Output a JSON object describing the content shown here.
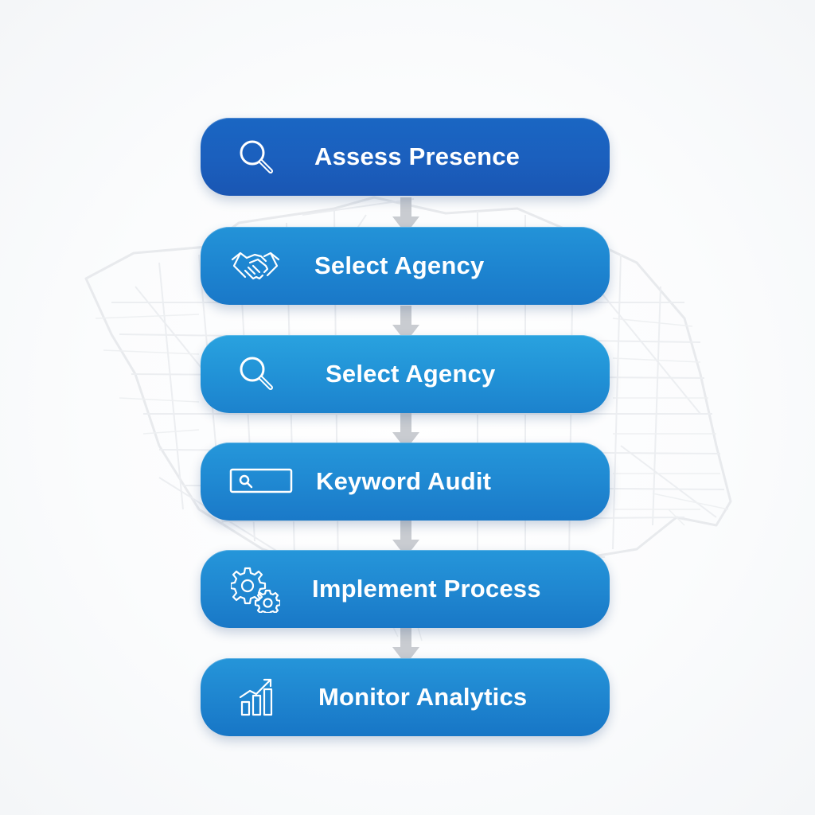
{
  "steps": [
    {
      "label": "Assess Presence",
      "icon": "magnifying-glass-icon"
    },
    {
      "label": "Select Agency",
      "icon": "handshake-icon"
    },
    {
      "label": "Select Agency",
      "icon": "magnifying-glass-icon"
    },
    {
      "label": "Keyword Audit",
      "icon": "search-bar-icon"
    },
    {
      "label": "Implement Process",
      "icon": "gears-icon"
    },
    {
      "label": "Monitor Analytics",
      "icon": "growth-chart-icon"
    }
  ],
  "colors": {
    "step_dark_blue": "#1a5fbd",
    "step_blue": "#1f86d0",
    "arrow_gray": "#c9ccd1",
    "map_line": "#e6e8eb",
    "icon_stroke": "#ffffff"
  }
}
